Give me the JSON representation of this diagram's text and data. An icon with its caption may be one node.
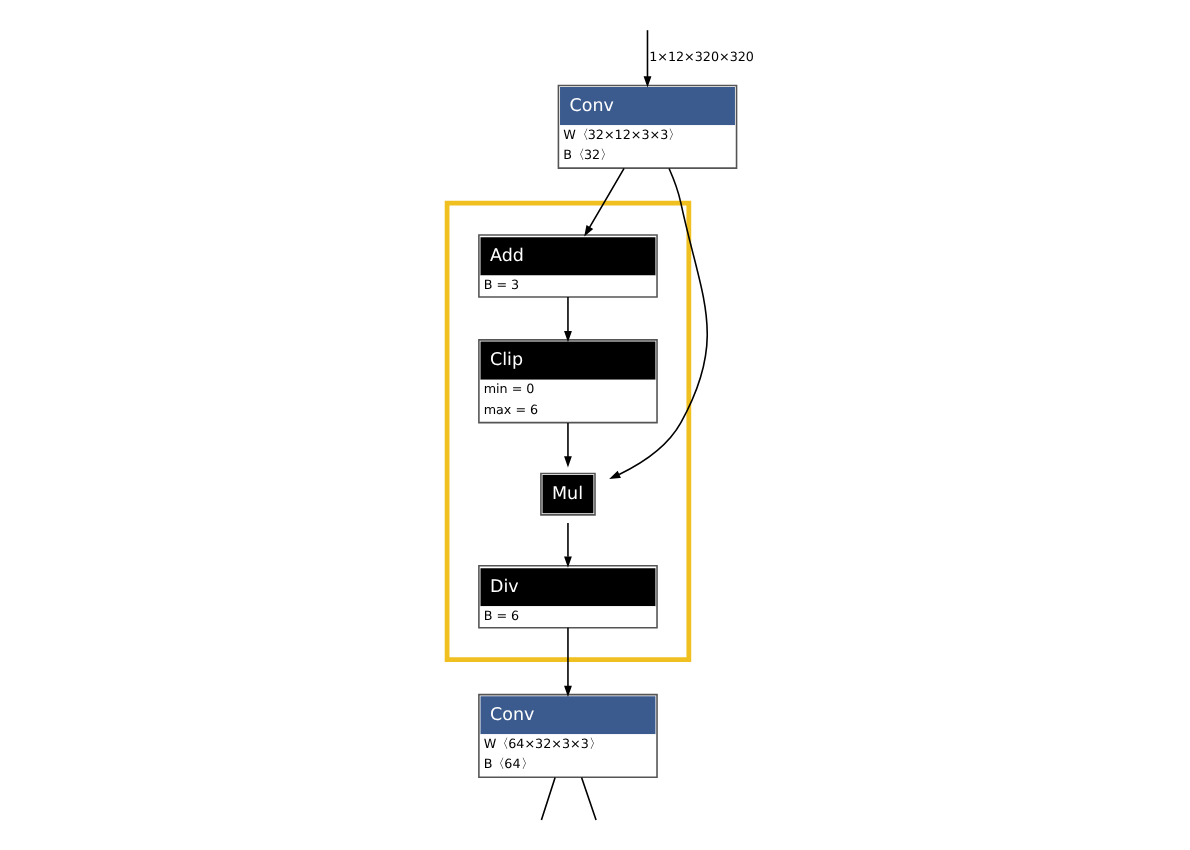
{
  "diagram": {
    "nodes": [
      {
        "text": [
          "Conv",
          "W〈32×12×3×3〉",
          "B〈32〉"
        ]
      },
      {
        "text": [],
        "shape": "box"
      },
      {
        "text": [
          "Add",
          "B = 3"
        ],
        "in": 1
      },
      {
        "text": [
          "Clip",
          "min = 0",
          "max = 6"
        ],
        "in": 1
      },
      {
        "text": [
          "Mul"
        ],
        "in": 1
      },
      {
        "text": [
          "Div",
          "B = 6"
        ],
        "in": 1
      },
      {
        "text": [
          "Conv",
          "W〈64×32×3×3〉",
          "B〈64〉"
        ]
      }
    ],
    "edges": [
      {
        "from": null,
        "to": 0,
        "arrow": "to",
        "label": "1×12×320×320"
      },
      {
        "from": 0,
        "to": 2,
        "arrow": "to"
      },
      {
        "from": 0,
        "to": 4,
        "arrow": "to"
      },
      {
        "from": 2,
        "to": 3,
        "arrow": "to"
      },
      {
        "from": 3,
        "to": 4,
        "arrow": "to"
      },
      {
        "from": 4,
        "to": 5,
        "arrow": "to"
      },
      {
        "from": 5,
        "to": 6,
        "arrow": "to"
      },
      {
        "from": 6,
        "to": null,
        "arrow": "none"
      },
      {
        "from": 6,
        "to": null,
        "arrow": "none"
      }
    ]
  }
}
